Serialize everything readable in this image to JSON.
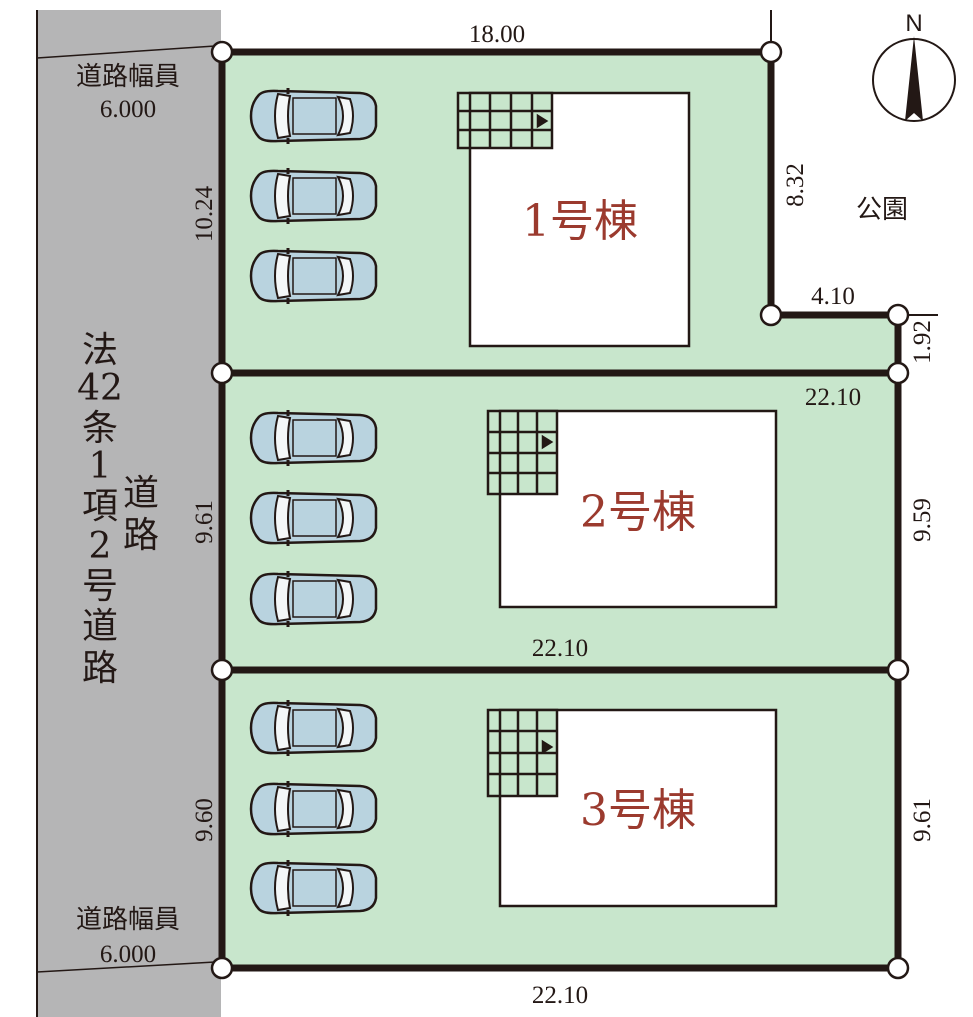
{
  "colors": {
    "lot": "#c8e6cc",
    "road": "#b5b5b6",
    "line": "#231815",
    "building_label": "#9b3a2e",
    "car": "#b9d3df"
  },
  "road": {
    "width_label": "道路幅員",
    "width_value": "6.000",
    "type_chars": [
      "法",
      "42",
      "条",
      "1",
      "項",
      "2",
      "号",
      "道",
      "路"
    ],
    "type_chars_2": [
      "道",
      "路"
    ]
  },
  "park": "公園",
  "north": "N",
  "dimensions": {
    "top": "18.00",
    "lot1_left": "10.24",
    "lot1_right": "8.32",
    "notch_width": "4.10",
    "notch_height": "1.92",
    "lot1_bottom": "22.10",
    "lot2_left": "9.61",
    "lot2_right": "9.59",
    "lot2_bottom": "22.10",
    "lot3_left": "9.60",
    "lot3_right": "9.61",
    "lot3_bottom": "22.10"
  },
  "buildings": [
    {
      "label": "1号棟"
    },
    {
      "label": "2号棟"
    },
    {
      "label": "3号棟"
    }
  ]
}
